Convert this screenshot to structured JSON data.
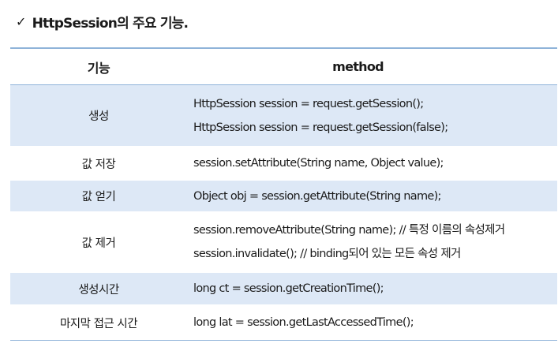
{
  "heading": {
    "check": "✓",
    "text": "HttpSession의 주요 기능."
  },
  "table": {
    "headers": {
      "func": "기능",
      "method": "method"
    },
    "rows": [
      {
        "func": "생성",
        "lines": [
          "HttpSession session = request.getSession();",
          "HttpSession session = request.getSession(false);"
        ]
      },
      {
        "func": "값 저장",
        "lines": [
          "session.setAttribute(String name, Object value);"
        ]
      },
      {
        "func": "값 얻기",
        "lines": [
          "Object obj = session.getAttribute(String name);"
        ]
      },
      {
        "func": "값 제거",
        "lines": [
          "session.removeAttribute(String name); // 특정 이름의 속성제거",
          "session.invalidate(); // binding되어 있는 모든 속성 제거"
        ]
      },
      {
        "func": "생성시간",
        "lines": [
          "long ct = session.getCreationTime();"
        ]
      },
      {
        "func": "마지막 접근 시간",
        "lines": [
          "long lat = session.getLastAccessedTime();"
        ]
      }
    ]
  }
}
